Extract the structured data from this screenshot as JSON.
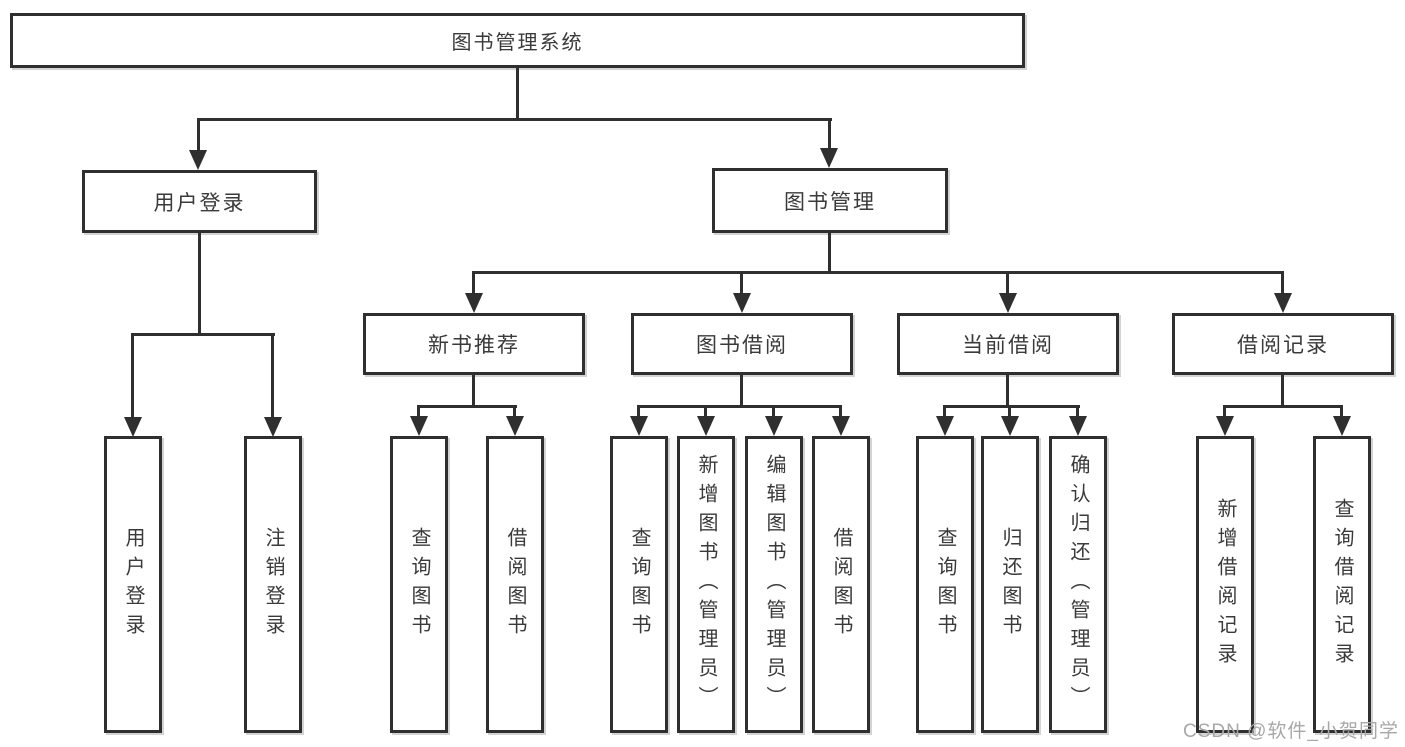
{
  "diagram": {
    "root": {
      "label": "图书管理系统"
    },
    "branches": [
      {
        "label": "用户登录",
        "children": [
          {
            "label": "用户登录"
          },
          {
            "label": "注销登录"
          }
        ]
      },
      {
        "label": "图书管理",
        "children": [
          {
            "label": "新书推荐",
            "children": [
              {
                "label": "查询图书"
              },
              {
                "label": "借阅图书"
              }
            ]
          },
          {
            "label": "图书借阅",
            "children": [
              {
                "label": "查询图书"
              },
              {
                "label": "新增图书（管理员）"
              },
              {
                "label": "编辑图书（管理员）"
              },
              {
                "label": "借阅图书"
              }
            ]
          },
          {
            "label": "当前借阅",
            "children": [
              {
                "label": "查询图书"
              },
              {
                "label": "归还图书"
              },
              {
                "label": "确认归还（管理员）"
              }
            ]
          },
          {
            "label": "借阅记录",
            "children": [
              {
                "label": "新增借阅记录"
              },
              {
                "label": "查询借阅记录"
              }
            ]
          }
        ]
      }
    ]
  },
  "watermark": {
    "text": "CSDN @软件_小贺同学"
  },
  "colors": {
    "line": "#2f2f2f",
    "text": "#3a3a3a",
    "watermark": "#a8a8a8",
    "background": "#ffffff"
  }
}
